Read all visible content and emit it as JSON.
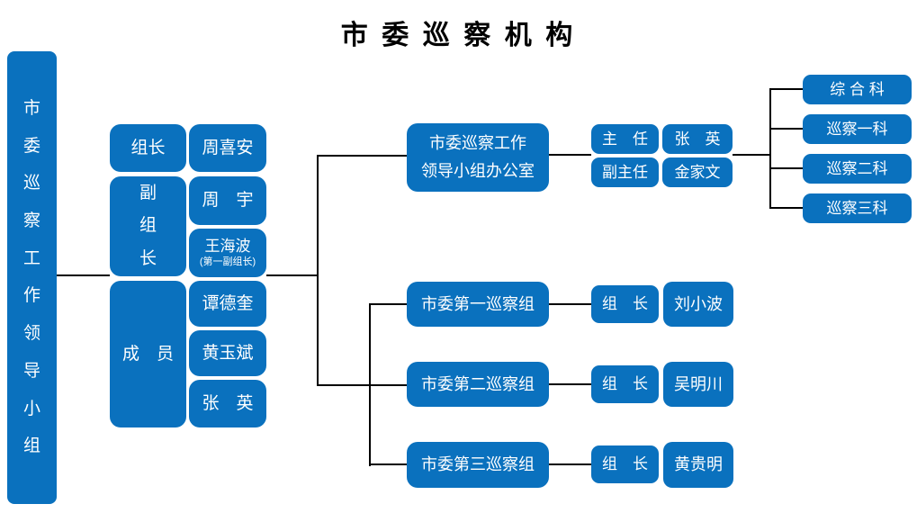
{
  "title": "市 委 巡 察 机 构",
  "colors": {
    "box_blue": "#0A71BE",
    "connector": "#000000",
    "box_text": "#ffffff",
    "title_text": "#000000"
  },
  "leading_group": {
    "chars": [
      "市",
      "委",
      "巡",
      "察",
      "工",
      "作",
      "领",
      "导",
      "小",
      "组"
    ]
  },
  "col2": {
    "leader_label": "组长",
    "leader_name": "周喜安",
    "deputy_chars": [
      "副",
      "组",
      "长"
    ],
    "deputy_name1": "周　宇",
    "deputy_name2": "王海波",
    "deputy_name2_note": "(第一副组长)",
    "member_label": "成　员",
    "members": [
      "谭德奎",
      "黄玉斌",
      "张　英"
    ]
  },
  "office": {
    "line1": "市委巡察工作",
    "line2": "领导小组办公室",
    "director_label": "主　任",
    "director_name": "张　英",
    "deputy_director_label": "副主任",
    "deputy_director_name": "金家文",
    "departments": [
      "综 合 科",
      "巡察一科",
      "巡察二科",
      "巡察三科"
    ]
  },
  "teams": [
    {
      "name": "市委第一巡察组",
      "leader_label": "组　长",
      "leader_name": "刘小波"
    },
    {
      "name": "市委第二巡察组",
      "leader_label": "组　长",
      "leader_name": "吴明川"
    },
    {
      "name": "市委第三巡察组",
      "leader_label": "组　长",
      "leader_name": "黄贵明"
    }
  ]
}
